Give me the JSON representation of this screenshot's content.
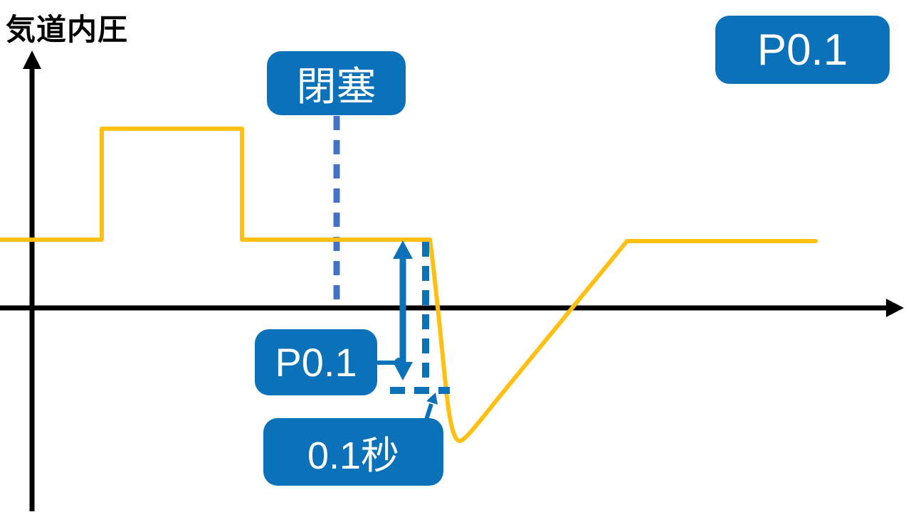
{
  "title": {
    "text": "気道内圧"
  },
  "badge": {
    "text": "P0.1"
  },
  "callouts": {
    "occlusion": "閉塞",
    "p01": "P0.1",
    "duration": "0.1秒"
  },
  "colors": {
    "primary_blue": "#0b72b9",
    "dash_blue": "#4472c4",
    "waveform_yellow": "#ffc013",
    "axis_black": "#000000",
    "label_text": "#ffffff",
    "background": "#ffffff"
  },
  "diagram": {
    "description": "Airway pressure waveform: positive pressure breath, occlusion at end-expiration, pressure drop measured 0.1 s after occlusion (P0.1), then inspiratory effort dip and recovery to baseline"
  }
}
